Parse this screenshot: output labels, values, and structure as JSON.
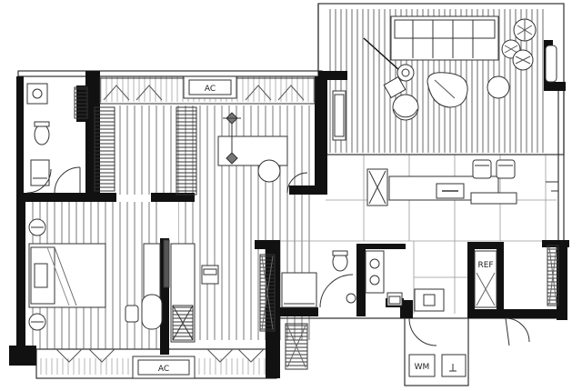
{
  "labels": {
    "ac_top": "AC",
    "ac_bottom": "AC",
    "ref": "REF",
    "wm": "WM"
  },
  "colors": {
    "wall": "#111111",
    "line": "#333333",
    "hatch": "#6a6a6a",
    "background": "#ffffff"
  }
}
